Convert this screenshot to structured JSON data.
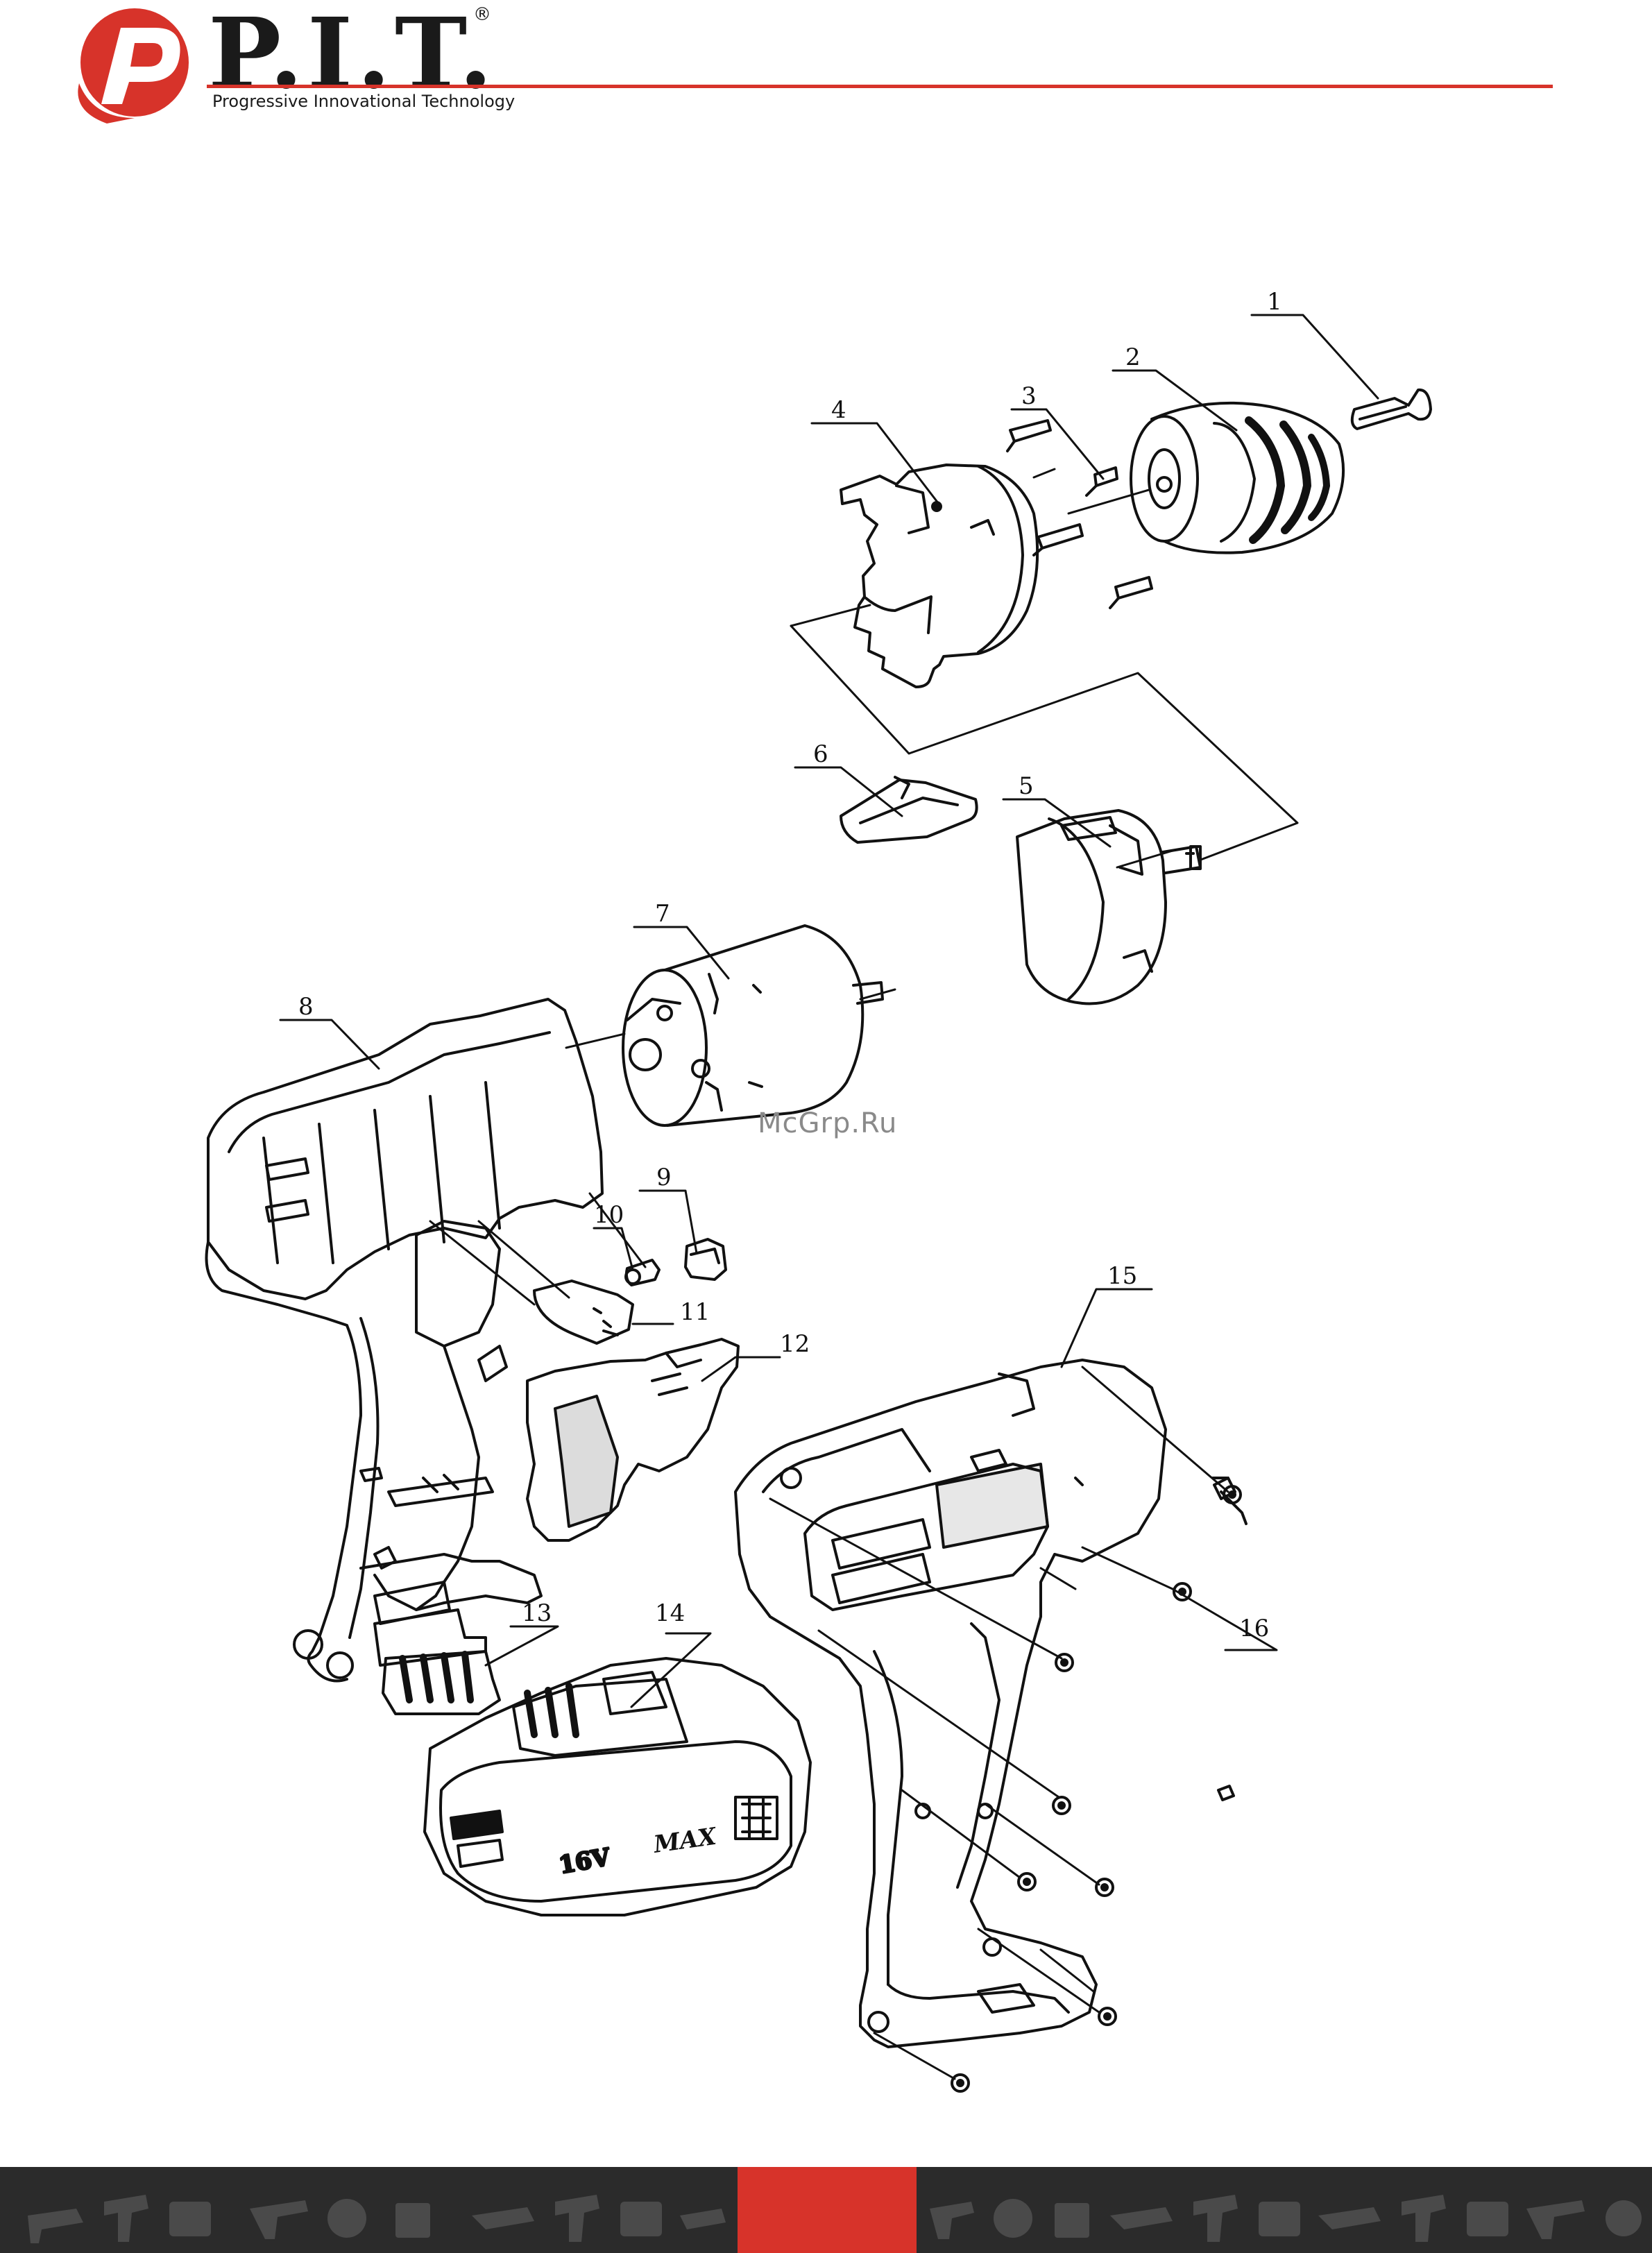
{
  "header": {
    "brand": "P.I.T.",
    "registered_mark": "®",
    "tagline": "Progressive Innovational Technology",
    "accent_color": "#d7332a"
  },
  "diagram": {
    "callouts": [
      {
        "id": "callout-1",
        "label": "1"
      },
      {
        "id": "callout-2",
        "label": "2"
      },
      {
        "id": "callout-3",
        "label": "3"
      },
      {
        "id": "callout-4",
        "label": "4"
      },
      {
        "id": "callout-5",
        "label": "5"
      },
      {
        "id": "callout-6",
        "label": "6"
      },
      {
        "id": "callout-7",
        "label": "7"
      },
      {
        "id": "callout-8",
        "label": "8"
      },
      {
        "id": "callout-9",
        "label": "9"
      },
      {
        "id": "callout-10",
        "label": "10"
      },
      {
        "id": "callout-11",
        "label": "11"
      },
      {
        "id": "callout-12",
        "label": "12"
      },
      {
        "id": "callout-13",
        "label": "13"
      },
      {
        "id": "callout-14",
        "label": "14"
      },
      {
        "id": "callout-15",
        "label": "15"
      },
      {
        "id": "callout-16",
        "label": "16"
      }
    ],
    "battery_label": "16V",
    "battery_sublabel": "MAX",
    "watermark": "McGrp.Ru"
  },
  "footer": {
    "bar_color": "#2b2b2b",
    "accent_color": "#d7332a",
    "icons": [
      "tool-icon"
    ]
  }
}
